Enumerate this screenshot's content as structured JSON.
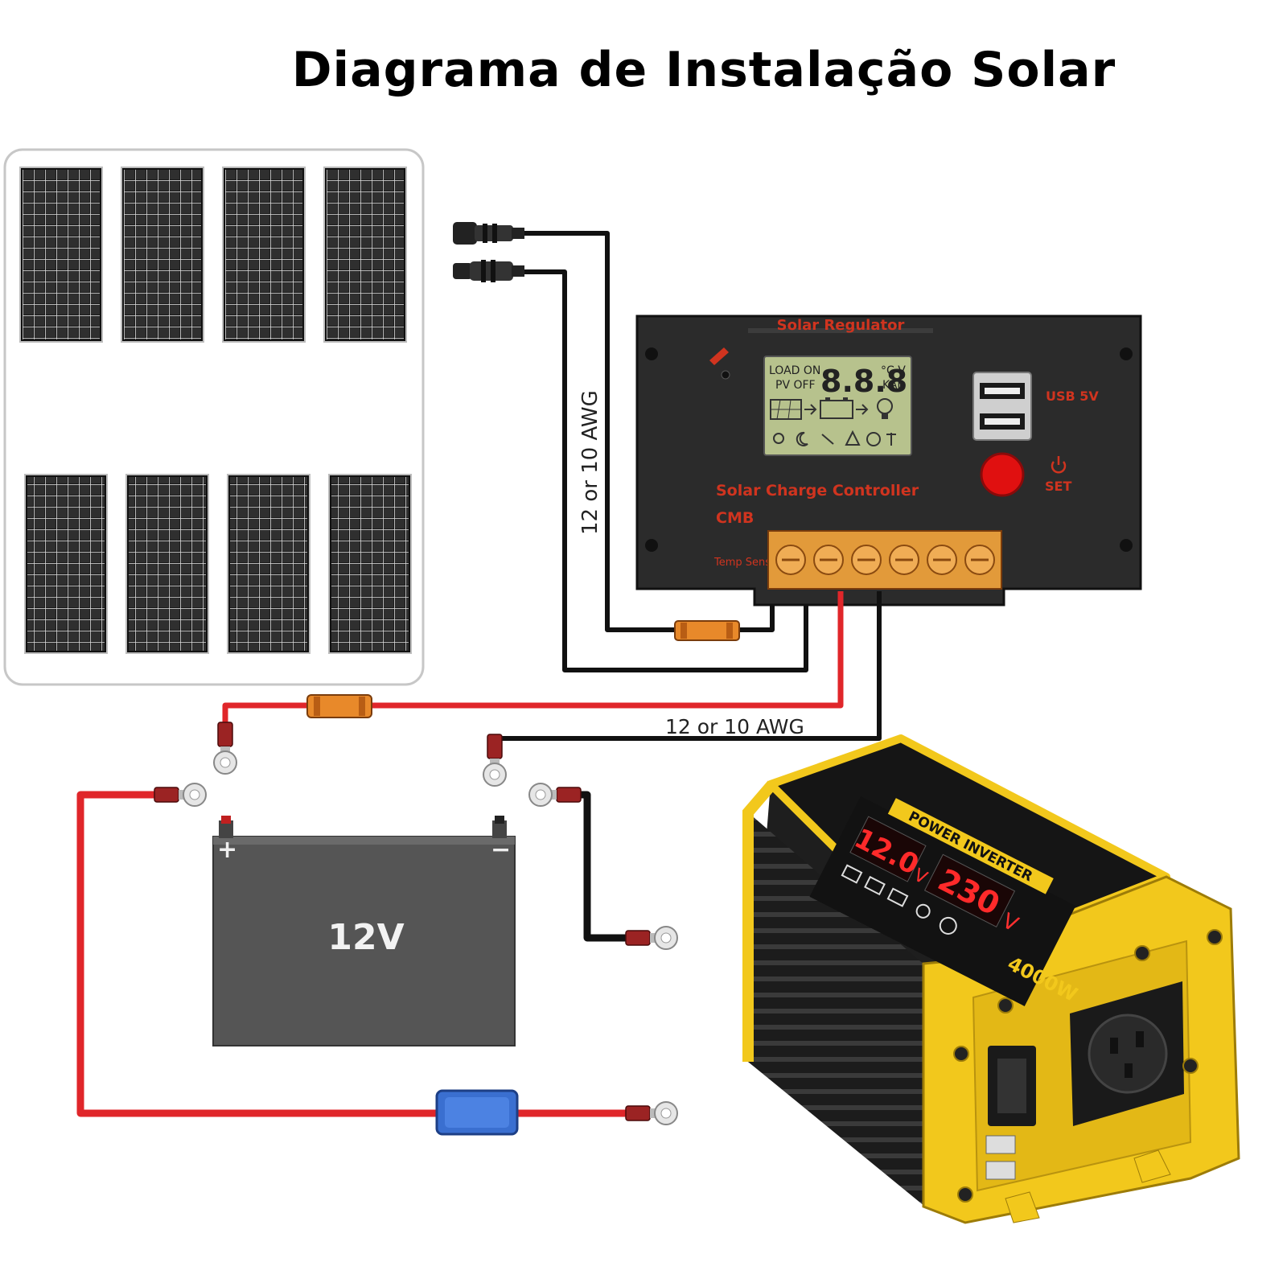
{
  "title": "Diagrama de Instalação Solar",
  "wire_gauge_label_vertical": "12 or 10 AWG",
  "wire_gauge_label_horizontal": "12 or 10 AWG",
  "controller": {
    "header": "Solar Regulator",
    "name": "Solar Charge Controller",
    "brand": "CMB",
    "temp_sensor": "Temp Sensor",
    "usb_label": "USB 5V",
    "set_label": "SET",
    "lcd": {
      "load_on": "LOAD ON",
      "pv_off": "PV OFF",
      "digits": "8.8.8",
      "unit_c": "°C V",
      "unit_kah": "KAh"
    }
  },
  "battery": {
    "label": "12V",
    "plus": "+",
    "minus": "−"
  },
  "inverter": {
    "name": "POWER INVERTER",
    "power": "4000W",
    "input_reading": "12.0",
    "input_unit": "V",
    "output_reading": "230",
    "output_unit": "V"
  },
  "colors": {
    "positive_wire": "#e0262a",
    "negative_wire": "#111111",
    "fuse": "#e8892a",
    "controller_body": "#2b2b2b",
    "controller_accent": "#d0341f",
    "lcd": "#b7c28d",
    "inverter_yellow": "#f2c81c",
    "battery_body": "#555555"
  }
}
